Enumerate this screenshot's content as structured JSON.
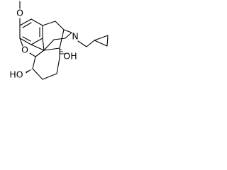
{
  "structure": {
    "atoms": {
      "methoxy_oxygen": "O",
      "ether_oxygen": "O",
      "nitrogen": "N",
      "hydroxyl_6": "HO",
      "hydroxyl_14": "OH"
    },
    "colors": {
      "ink": "#000000",
      "background": "#ffffff"
    }
  }
}
